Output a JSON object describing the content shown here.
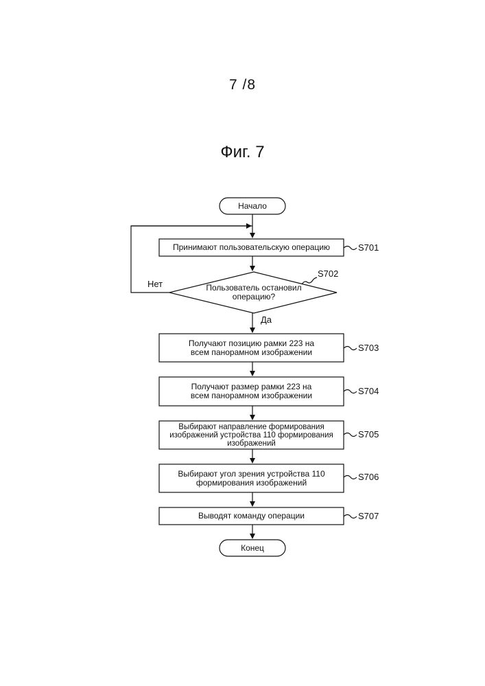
{
  "page": {
    "number": "7 /8",
    "figure_title": "Фиг. 7"
  },
  "flowchart": {
    "start": "Начало",
    "end": "Конец",
    "steps": [
      {
        "id": "S701",
        "lines": [
          "Принимают пользовательскую операцию"
        ]
      },
      {
        "id": "S702",
        "lines": [
          "Пользователь остановил",
          "операцию?"
        ],
        "no_label": "Нет",
        "yes_label": "Да"
      },
      {
        "id": "S703",
        "lines": [
          "Получают позицию рамки 223 на",
          "всем панорамном изображении"
        ]
      },
      {
        "id": "S704",
        "lines": [
          "Получают размер рамки 223 на",
          "всем панорамном изображении"
        ]
      },
      {
        "id": "S705",
        "lines": [
          "Выбирают направление формирования",
          "изображений устройства 110 формирования",
          "изображений"
        ]
      },
      {
        "id": "S706",
        "lines": [
          "Выбирают угол зрения устройства 110",
          "формирования  изображений"
        ]
      },
      {
        "id": "S707",
        "lines": [
          "Выводят команду операции"
        ]
      }
    ]
  }
}
